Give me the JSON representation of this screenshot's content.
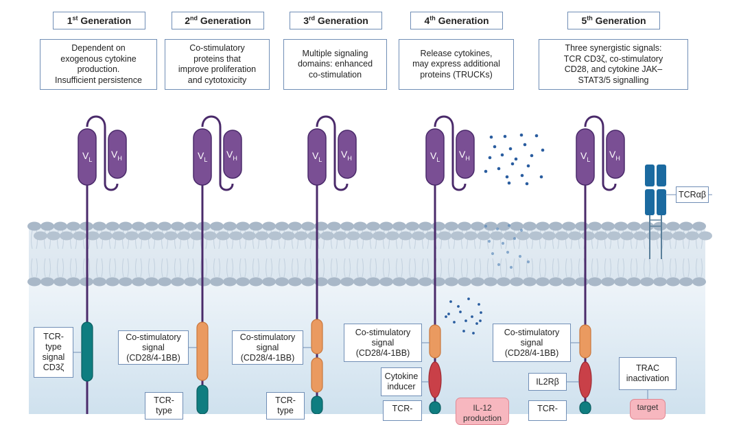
{
  "generations": [
    {
      "ordinal": "1",
      "suffix": "st",
      "title": "Generation",
      "description": "Dependent on\nexogenous cytokine\nproduction.\nInsufficient persistence"
    },
    {
      "ordinal": "2",
      "suffix": "nd",
      "title": "Generation",
      "description": "Co-stimulatory\nproteins that\nimprove proliferation\nand cytotoxicity"
    },
    {
      "ordinal": "3",
      "suffix": "rd",
      "title": "Generation",
      "description": "Multiple signaling\ndomains: enhanced\nco-stimulation"
    },
    {
      "ordinal": "4",
      "suffix": "th",
      "title": "Generation",
      "description": "Release cytokines,\nmay express additional\nproteins (TRUCKs)"
    },
    {
      "ordinal": "5",
      "suffix": "th",
      "title": "Generation",
      "description": "Three synergistic signals:\nTCR CD3ζ, co-stimulatory\nCD28, and cytokine JAK–\nSTAT3/5 signalling"
    }
  ],
  "receptor": {
    "vl": "V",
    "vl_sub": "L",
    "vh": "V",
    "vh_sub": "H"
  },
  "labels": {
    "tcr_signal_g1": "TCR-\ntype\nsignal\nCD3ζ",
    "costim_g2": "Co-stimulatory\nsignal\n(CD28/4-1BB)",
    "tcr_g2": "TCR-\ntype",
    "costim_g3": "Co-stimulatory\nsignal\n(CD28/4-1BB)",
    "tcr_g3": "TCR-\ntype",
    "costim_g4": "Co-stimulatory\nsignal\n(CD28/4-1BB)",
    "cytokine_inducer": "Cytokine\ninducer",
    "tcr_g4": "TCR-",
    "il12": "IL-12\nproduction",
    "costim_g5": "Co-stimulatory\nsignal\n(CD28/4-1BB)",
    "il2rb": "IL2Rβ",
    "tcr_g5": "TCR-",
    "trac": "TRAC\ninactivation",
    "target": "target",
    "tcrab": "TCRαβ"
  },
  "colors": {
    "scfv": "#7a4f94",
    "stalk": "#4a2a6a",
    "costim": "#ea9a60",
    "cd3z": "#0f7d80",
    "cytokine_inducer": "#c94048",
    "tcr_blue": "#1b6aa0",
    "dots": "#2a5d9f",
    "membrane_head": "#a9b8c8",
    "label_border": "#6f8db5",
    "pink": "#f7b7bf"
  }
}
